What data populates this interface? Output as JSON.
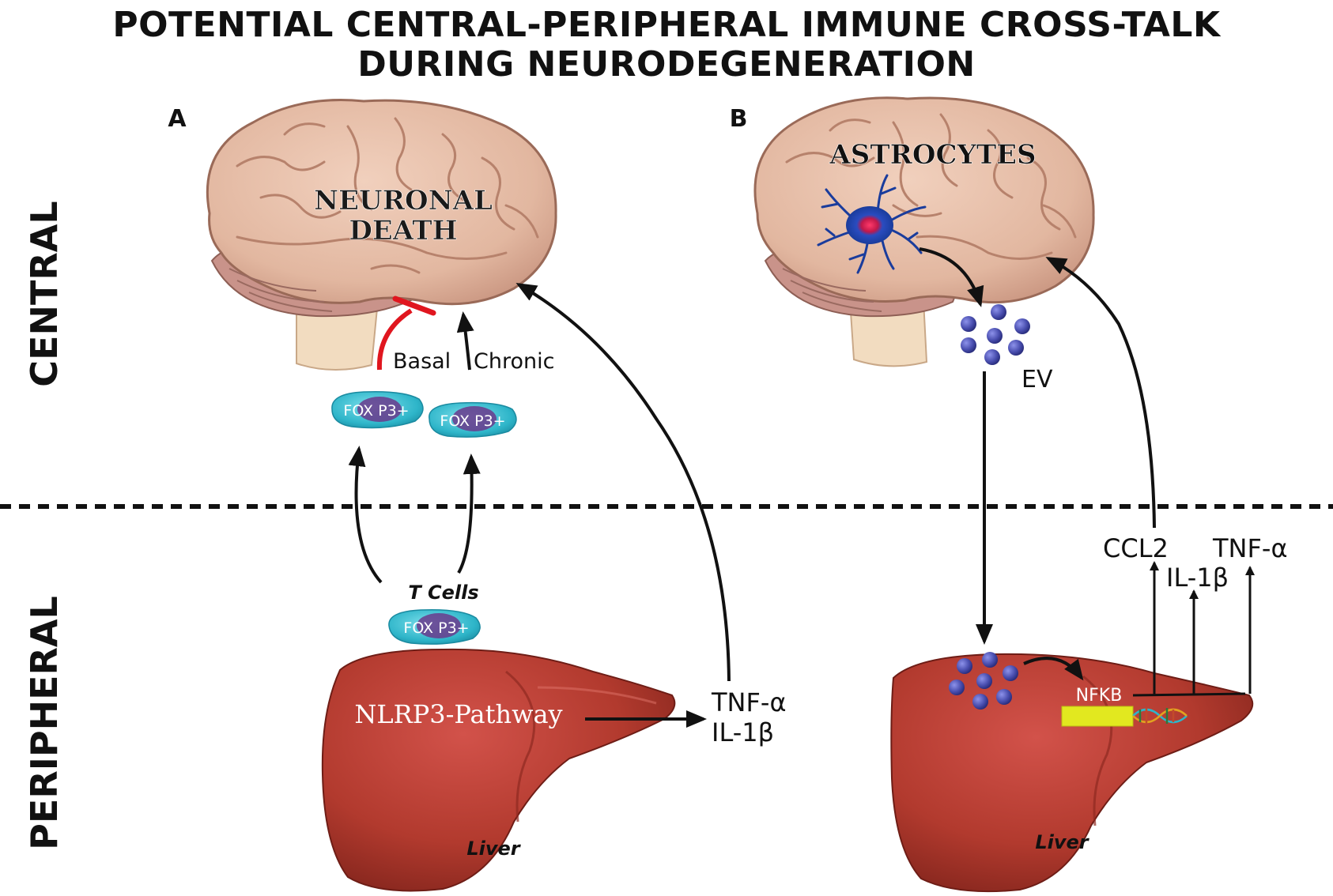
{
  "title": {
    "line1": "POTENTIAL CENTRAL-PERIPHERAL IMMUNE CROSS-TALK",
    "line2": "DURING NEURODEGENERATION"
  },
  "regions": {
    "central": "CENTRAL",
    "peripheral": "PERIPHERAL"
  },
  "panel_a": {
    "letter": "A",
    "brain_label_line1": "NEURONAL",
    "brain_label_line2": "DEATH",
    "basal": "Basal",
    "chronic": "Chronic",
    "foxp3_left": "FOX P3+",
    "foxp3_right": "FOX P3+",
    "foxp3_bottom": "FOX P3+",
    "t_cells": "T Cells",
    "liver_pathway": "NLRP3-Pathway",
    "liver_label": "Liver",
    "cytokine_1": "TNF-α",
    "cytokine_2": "IL-1β"
  },
  "panel_b": {
    "letter": "B",
    "brain_label": "ASTROCYTES",
    "ev": "EV",
    "nfkb": "NFKB",
    "ccl2": "CCL2",
    "il1b": "IL-1β",
    "tnfa": "TNF-α",
    "liver_label": "Liver"
  },
  "colors": {
    "brain": "#e5bca6",
    "brain_outline": "#9a6a58",
    "cerebellum": "#c9938a",
    "brainstem": "#f2dcc0",
    "liver": "#b23a2e",
    "liver_dark": "#8e2a21",
    "treg": "#2eb5c9",
    "treg_nucleus": "#6a3a8c",
    "inhibit": "#e0161f",
    "ev": "#4a4fb0",
    "nfkb_box": "#e2e81f",
    "astrocyte": "#1a3c9c"
  }
}
